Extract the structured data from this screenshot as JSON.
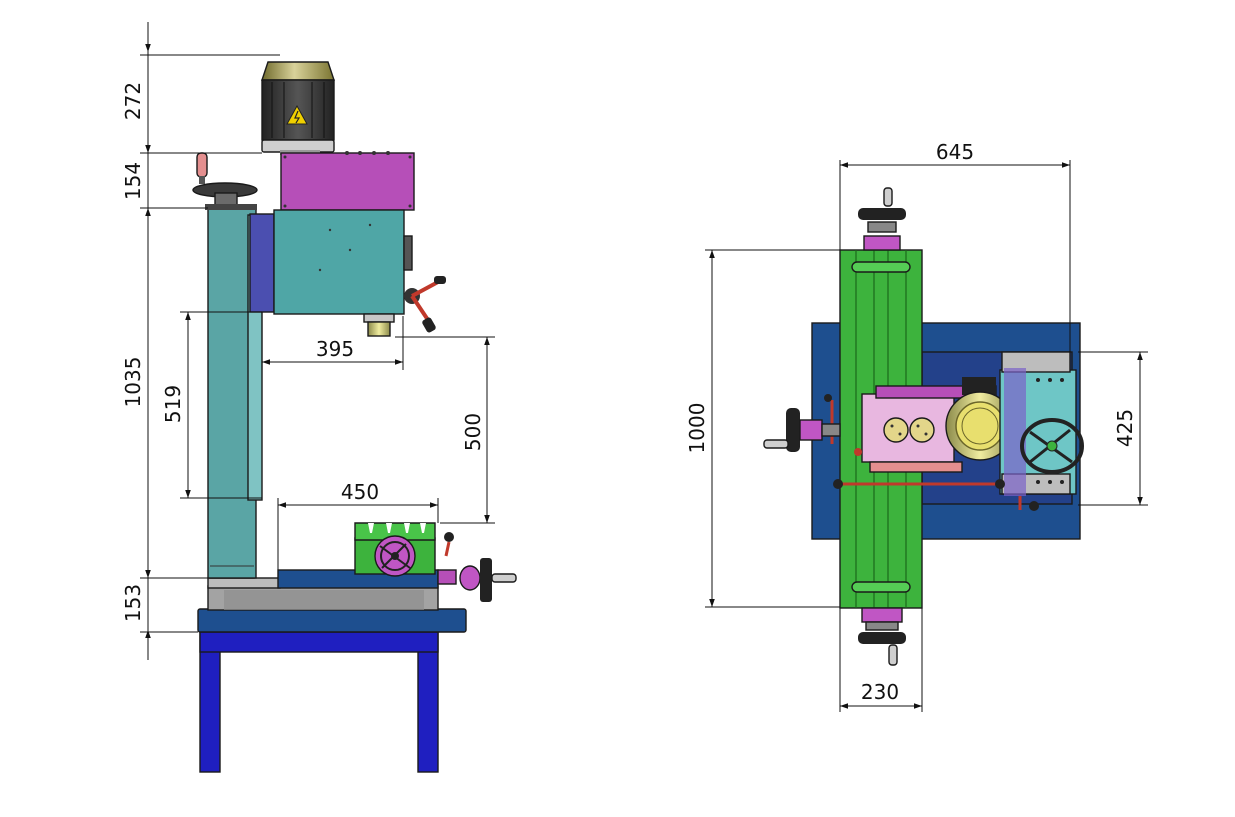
{
  "side_view": {
    "dims": {
      "motor_height": "272",
      "gearbox_height": "154",
      "column_height": "1035",
      "column_lower": "519",
      "throat_depth": "395",
      "head_to_table": "500",
      "table_travel": "450",
      "base_height": "153"
    }
  },
  "top_view": {
    "dims": {
      "overall_width": "645",
      "overall_length": "1000",
      "cross_travel": "425",
      "table_width": "230"
    }
  },
  "colors": {
    "column": "#5aa5a5",
    "head": "#4fa6a6",
    "gearbox": "#b64fb8",
    "stand": "#1f1fc0",
    "base_plate": "#1e4f8f",
    "table_green": "#3db33d",
    "warning": "#f0d000"
  },
  "icons": [
    "warning-triangle-icon",
    "handwheel-icon",
    "lever-handle-icon"
  ]
}
